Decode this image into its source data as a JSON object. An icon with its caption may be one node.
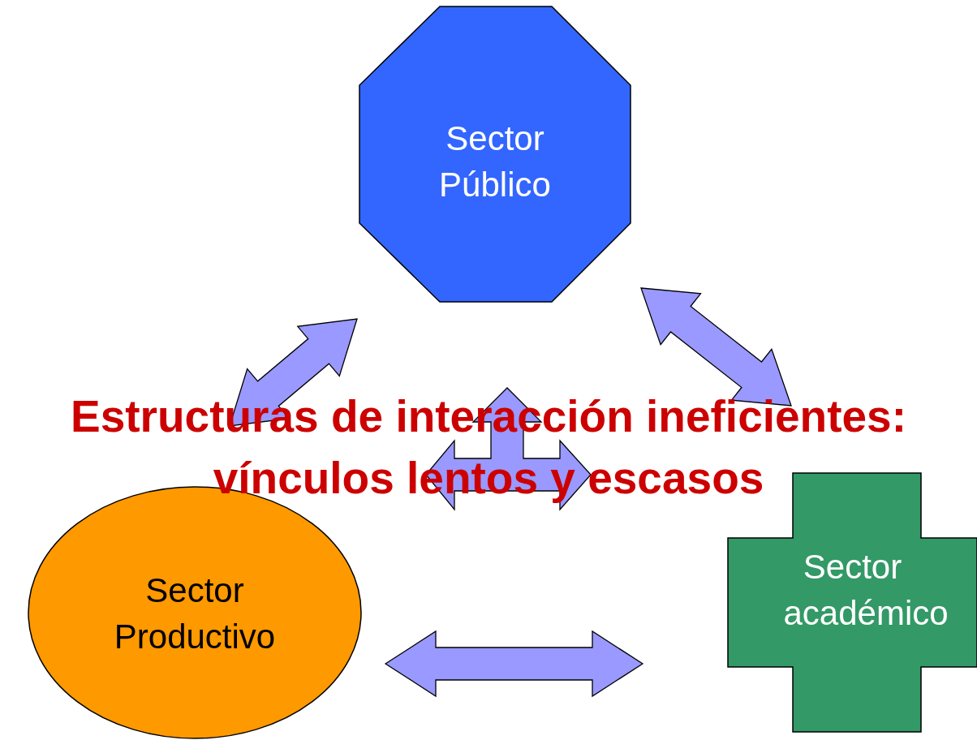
{
  "diagram": {
    "title": "Estructuras de interacción ineficientes: vínculos lentos y escasos",
    "nodes": [
      {
        "text": [
          "Sector Público"
        ]
      },
      {
        "text": [
          "Sector Productivo"
        ]
      },
      {
        "text": [
          "Sector académico"
        ]
      }
    ],
    "edges": [
      {
        "from": 0,
        "to": 1,
        "arrow": "both"
      },
      {
        "from": 0,
        "to": 2,
        "arrow": "both"
      },
      {
        "from": 1,
        "to": 2,
        "arrow": "both"
      }
    ]
  }
}
